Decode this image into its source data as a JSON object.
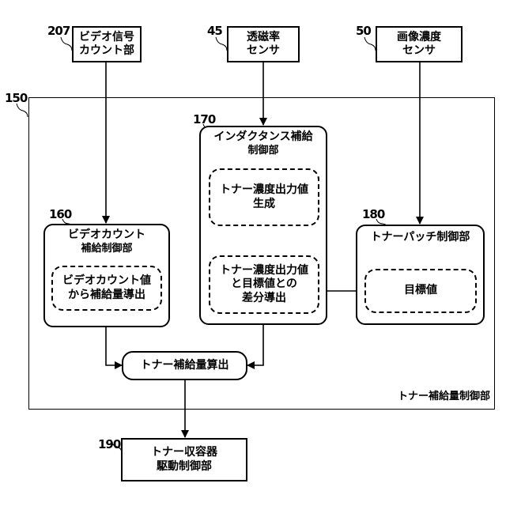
{
  "blocks": {
    "video_signal_counter": {
      "ref": "207",
      "lines": [
        "ビデオ信号",
        "カウント部"
      ]
    },
    "permeability_sensor": {
      "ref": "45",
      "lines": [
        "透磁率",
        "センサ"
      ]
    },
    "image_density_sensor": {
      "ref": "50",
      "lines": [
        "画像濃度",
        "センサ"
      ]
    },
    "toner_supply_controller": {
      "ref": "150",
      "label": "トナー補給量制御部"
    },
    "inductance_supply_control": {
      "ref": "170",
      "title_lines": [
        "インダクタンス補給",
        "制御部"
      ],
      "inner_top_lines": [
        "トナー濃度出力値",
        "生成"
      ],
      "inner_bottom_lines": [
        "トナー濃度出力値",
        "と目標値との",
        "差分導出"
      ]
    },
    "video_count_supply_control": {
      "ref": "160",
      "title_lines": [
        "ビデオカウント",
        "補給制御部"
      ],
      "inner_lines": [
        "ビデオカウント値",
        "から補給量導出"
      ]
    },
    "toner_patch_control": {
      "ref": "180",
      "title": "トナーパッチ制御部",
      "inner": "目標値"
    },
    "toner_supply_calc": {
      "label": "トナー補給量算出"
    },
    "toner_container_drive": {
      "ref": "190",
      "lines": [
        "トナー収容器",
        "駆動制御部"
      ]
    }
  }
}
